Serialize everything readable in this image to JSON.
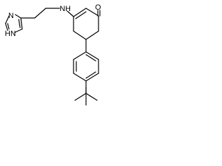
{
  "structure": {
    "atom_labels": {
      "imidazole_n3": "N",
      "imidazole_n1h": "HN",
      "amine_nh": "NH",
      "ketone_o": "O"
    },
    "colors": {
      "bond": "#000000",
      "label": "#000000",
      "background": "#ffffff"
    }
  }
}
